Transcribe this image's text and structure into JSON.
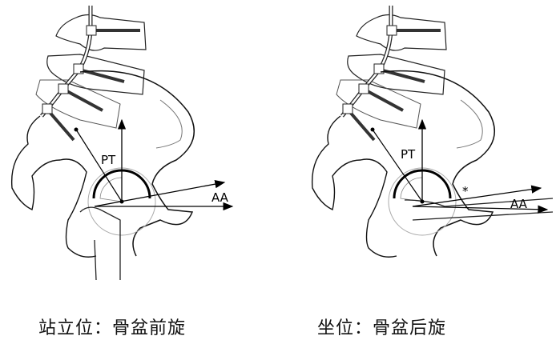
{
  "panels": [
    {
      "caption": "站立位：骨盆前旋",
      "pt_label": "PT",
      "aa_label": "AA"
    },
    {
      "caption": "坐位：骨盆后旋",
      "pt_label": "PT",
      "aa_label": "AA",
      "marker": "*"
    }
  ]
}
